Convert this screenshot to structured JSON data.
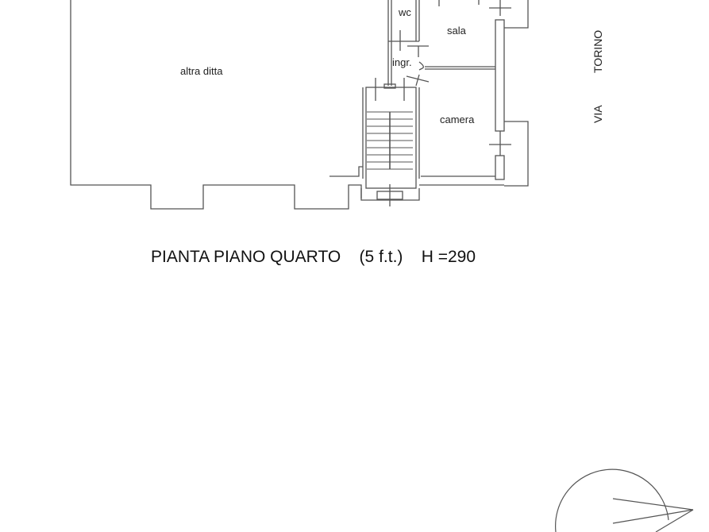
{
  "plan": {
    "title": "PIANTA PIANO QUARTO    (5 f.t.)    H =290",
    "rooms": [
      {
        "name": "altra ditta"
      },
      {
        "name": "wc"
      },
      {
        "name": "sala"
      },
      {
        "name": "ingr."
      },
      {
        "name": "camera"
      }
    ],
    "street": {
      "word1": "VIA",
      "word2": "TORINO"
    },
    "north_arrow": "compass-icon",
    "line_color": "#555555"
  }
}
